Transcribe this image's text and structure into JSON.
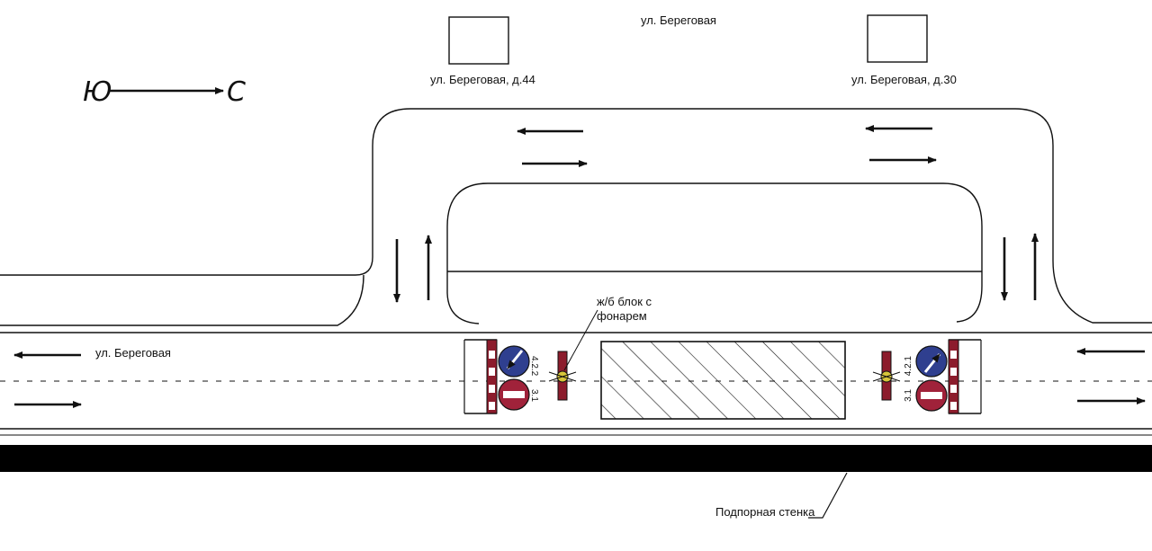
{
  "compass": {
    "from": "Ю",
    "to": "С"
  },
  "labels": {
    "street_top": "ул. Береговая",
    "house_left": "ул. Береговая, д.44",
    "house_right": "ул. Береговая, д.30",
    "street_main": "ул. Береговая",
    "block_line1": "ж/б блок с",
    "block_line2": "фонарем",
    "retaining_wall": "Подпорная стенка"
  },
  "signs": {
    "left": {
      "upper_code": "4.2.2",
      "lower_code": "3.1"
    },
    "right": {
      "upper_code": "4.2.1",
      "lower_code": "3.1"
    }
  },
  "colors": {
    "line": "#111111",
    "sign_blue": "#2f3f8f",
    "sign_red": "#a0223a",
    "barrier_red": "#8c1c2c",
    "lamp_yellow": "#d8c63a",
    "wall": "#000000"
  },
  "icons": {
    "blue_sign": "keep-left-right-arrow-icon",
    "red_sign": "no-entry-icon",
    "lamp": "warning-lamp-icon"
  }
}
